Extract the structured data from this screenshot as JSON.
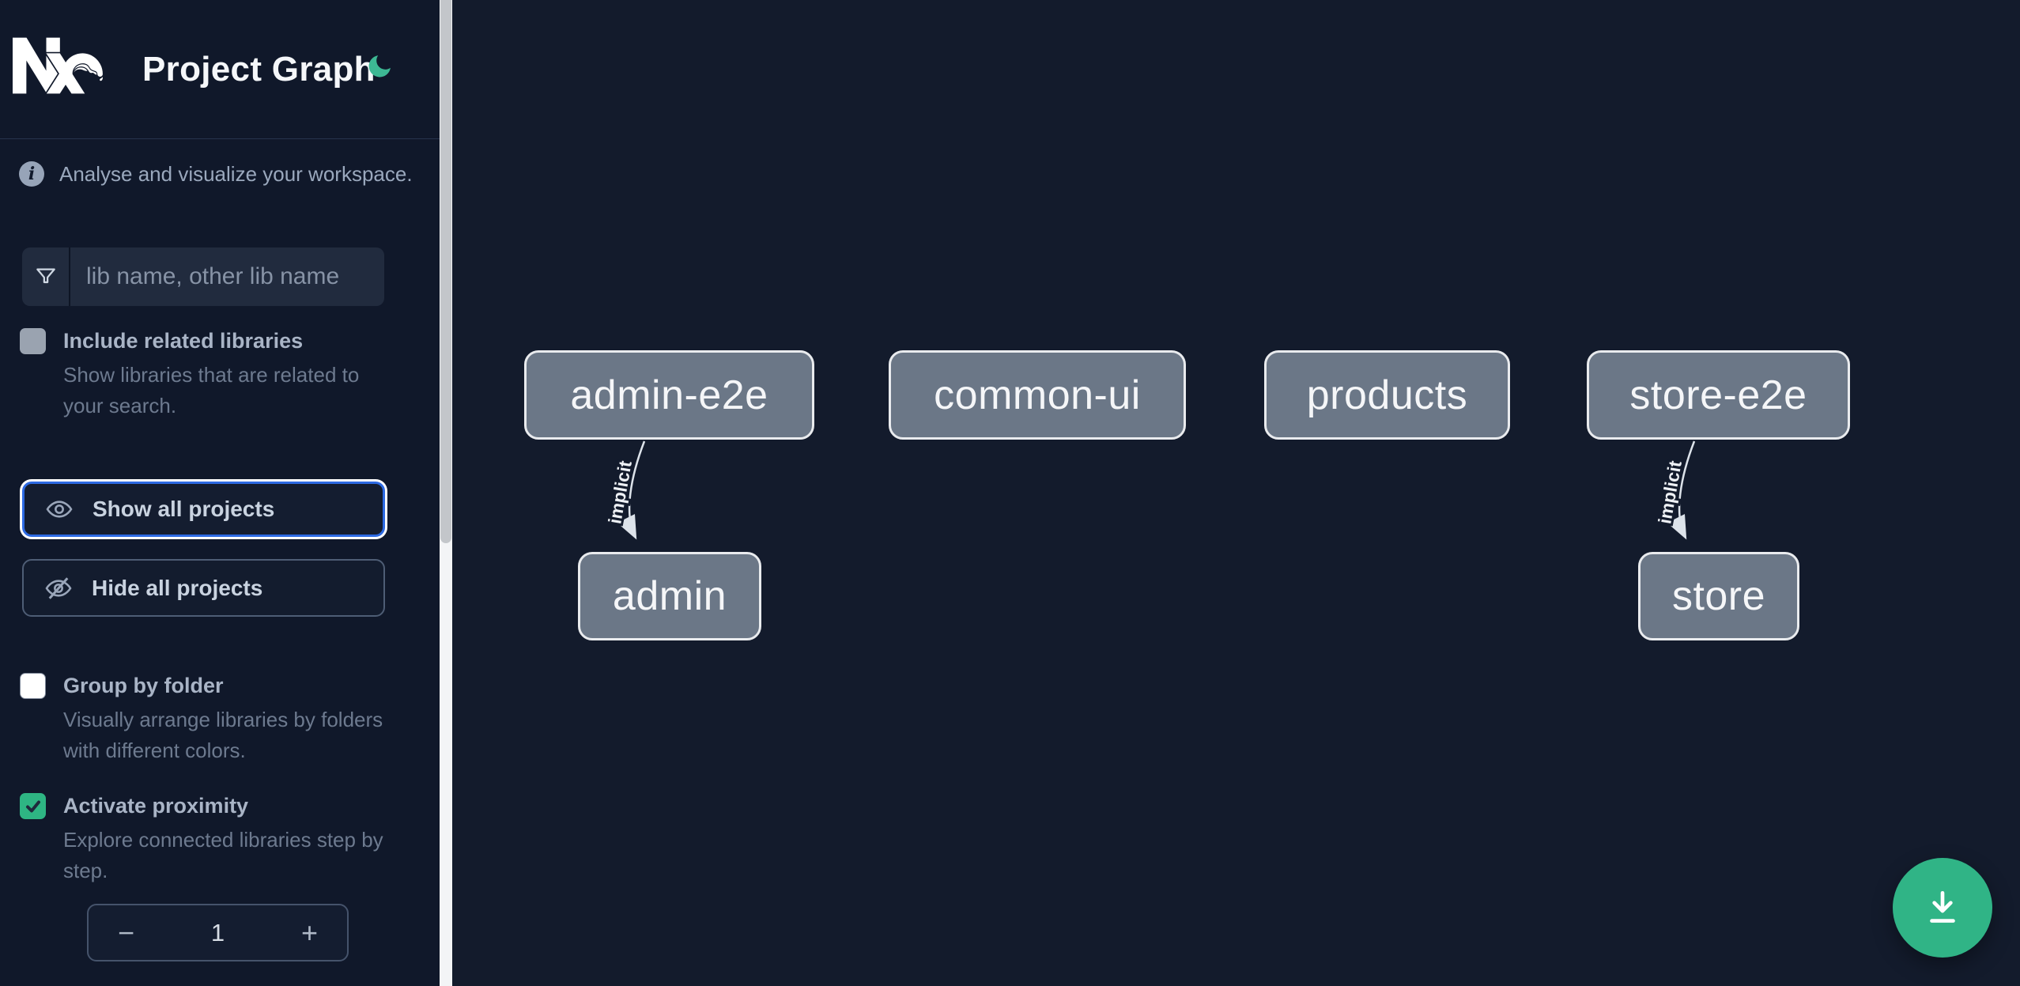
{
  "header": {
    "app_title": "Project Graph"
  },
  "sidebar": {
    "tagline": "Analyse and visualize your workspace.",
    "search_placeholder": "lib name, other lib name",
    "options": [
      {
        "label": "Include related libraries",
        "description": "Show libraries that are related to your search.",
        "checked": false
      },
      {
        "label": "Group by folder",
        "description": "Visually arrange libraries by folders with different colors.",
        "checked": false
      },
      {
        "label": "Activate proximity",
        "description": "Explore connected libraries step by step.",
        "checked": true
      }
    ],
    "actions": [
      {
        "label": "Show all projects",
        "icon": "eye-icon",
        "focused": true
      },
      {
        "label": "Hide all projects",
        "icon": "eye-off-icon",
        "focused": false
      }
    ],
    "stepper": {
      "decrement_label": "−",
      "value": "1",
      "increment_label": "+"
    }
  },
  "graph": {
    "nodes": [
      {
        "id": "admin-e2e",
        "label": "admin-e2e"
      },
      {
        "id": "common-ui",
        "label": "common-ui"
      },
      {
        "id": "products",
        "label": "products"
      },
      {
        "id": "store-e2e",
        "label": "store-e2e"
      },
      {
        "id": "admin",
        "label": "admin"
      },
      {
        "id": "store",
        "label": "store"
      }
    ],
    "edges": [
      {
        "from": "admin-e2e",
        "to": "admin",
        "label": "implicit"
      },
      {
        "from": "store-e2e",
        "to": "store",
        "label": "implicit"
      }
    ]
  },
  "fab": {
    "icon": "download-icon"
  },
  "colors": {
    "sidebar_bg": "#10182a",
    "canvas_bg": "#131b2c",
    "accent_green": "#30b486",
    "moon_green": "#3db894",
    "checkbox_green": "#2eb583",
    "focus_blue": "#2d6ae3",
    "node_fill": "#6b7787",
    "node_border": "#e9ebee"
  }
}
